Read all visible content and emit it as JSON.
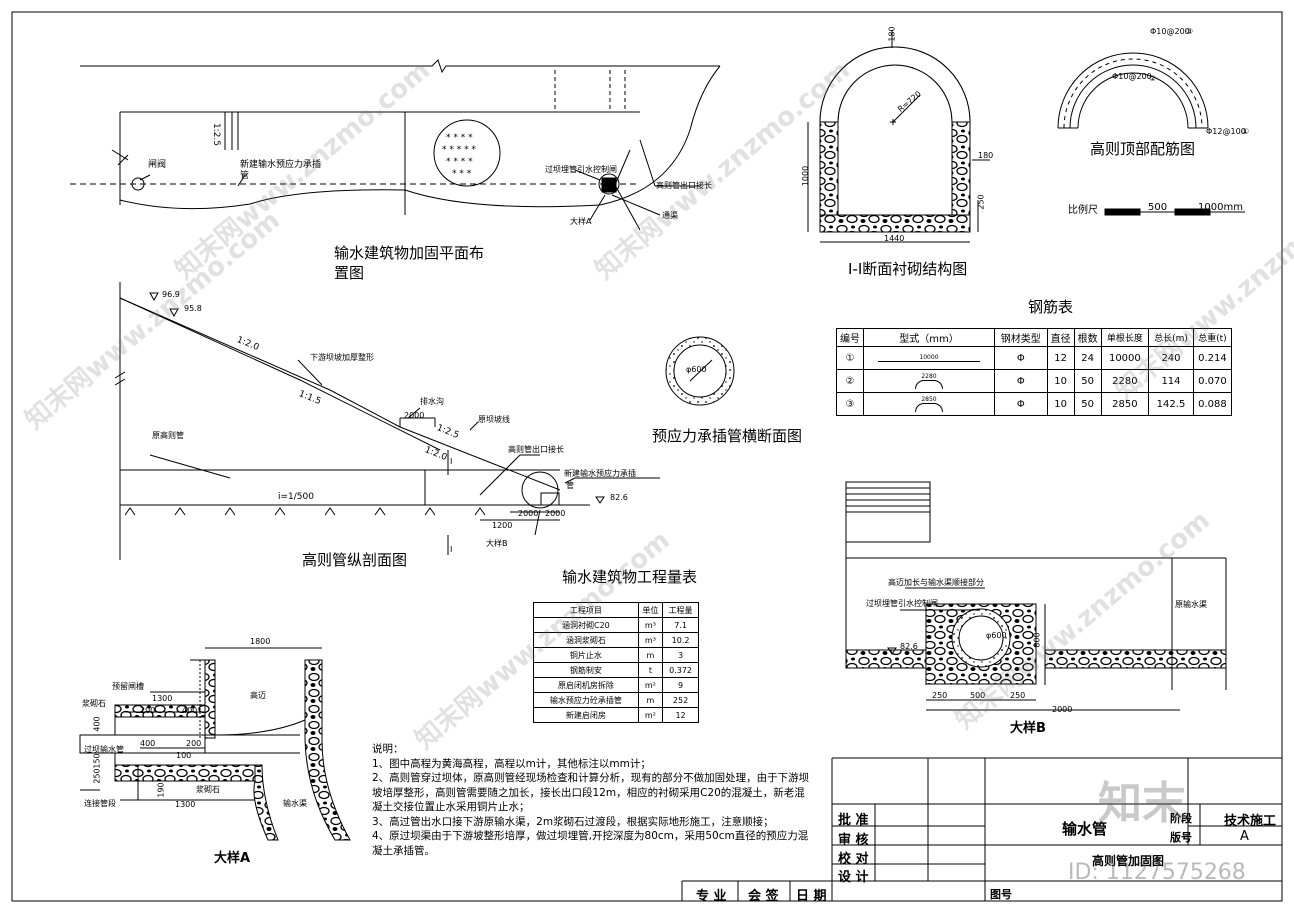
{
  "titles": {
    "plan": "输水建筑物加固平面布",
    "plan2": "置图",
    "section11": "I-I断面衬砌结构图",
    "rebar_top": "高则顶部配筋图",
    "rebar_table": "钢筋表",
    "longitudinal": "高则管纵剖面图",
    "pipe_cross": "预应力承插管横断面图",
    "quantity": "输水建筑物工程量表",
    "detail_a": "大样A",
    "detail_b": "大样B"
  },
  "plan_labels": {
    "gate": "闸阀",
    "slope": "1:2.5",
    "new_pipe": "新建输水预应力承插",
    "new_pipe2": "管",
    "dam_pipe": "过坝埋管引水控制闸",
    "outlet": "高则管出口接长",
    "channel": "通渠",
    "detail": "大样A"
  },
  "section_dims": {
    "top": "180",
    "radius": "R=720",
    "height": "1000",
    "side": "180",
    "bottom": "250",
    "width": "1440"
  },
  "rebar_top_labels": {
    "r1": "Φ10@200",
    "n1": "③",
    "r2": "Φ10@200",
    "n2": "②",
    "r3": "Φ12@100",
    "n3": "①"
  },
  "scale": {
    "label": "比例尺",
    "mid": "500",
    "end": "1000mm"
  },
  "rebar": {
    "headers": [
      "编号",
      "型式（mm）",
      "钢材类型",
      "直径",
      "根数",
      "单根长度",
      "总长(m)",
      "总重(t)"
    ],
    "rows": [
      {
        "no": "①",
        "shape": "10000",
        "type": "Φ",
        "dia": "12",
        "count": "24",
        "len": "10000",
        "total": "240",
        "weight": "0.214"
      },
      {
        "no": "②",
        "shape": "2280",
        "type": "Φ",
        "dia": "10",
        "count": "50",
        "len": "2280",
        "total": "114",
        "weight": "0.070"
      },
      {
        "no": "③",
        "shape": "2850",
        "type": "Φ",
        "dia": "10",
        "count": "50",
        "len": "2850",
        "total": "142.5",
        "weight": "0.088"
      }
    ]
  },
  "long_labels": {
    "el1": "96.9",
    "el2": "95.8",
    "s1": "1:2.0",
    "s2": "1:1.5",
    "s3": "1:2.5",
    "s4": "1:2.0",
    "slope_note": "下游坝坡加厚整形",
    "drain": "排水沟",
    "dim2000": "2000",
    "orig_slope": "原坝坡线",
    "orig_pipe": "原高则管",
    "ext": "高则管出口接长",
    "new": "新建输水预应力承插",
    "new2": "管",
    "grade": "i=1/500",
    "el3": "82.6",
    "d1": "2000",
    "d2": "2000",
    "d3": "1200",
    "det": "大样B",
    "sec": "I",
    "sec2": "I"
  },
  "pipe_dia": "φ600",
  "quantity": {
    "headers": [
      "工程项目",
      "单位",
      "工程量"
    ],
    "rows": [
      [
        "涵洞衬砌C20",
        "m³",
        "7.1"
      ],
      [
        "涵洞浆砌石",
        "m³",
        "10.2"
      ],
      [
        "铜片止水",
        "m",
        "3"
      ],
      [
        "钢筋制安",
        "t",
        "0.372"
      ],
      [
        "原启闭机房拆除",
        "m²",
        "9"
      ],
      [
        "输水预应力砼承插管",
        "m",
        "252"
      ],
      [
        "新建启闭房",
        "m²",
        "12"
      ]
    ]
  },
  "detail_a": {
    "d1800": "1800",
    "gao": "高迈",
    "gate": "预留闸槽",
    "jiang": "浆砌石",
    "d1300": "1300",
    "d200": "200",
    "d400": "400",
    "d400b": "400",
    "d200b": "200",
    "pipe": "过坝输水管",
    "d100": "100",
    "d190": "190",
    "jiang2": "浆砌石",
    "d1300b": "1300",
    "chan": "输水渠",
    "orig": "连接管段",
    "v400": "400",
    "v150": "150",
    "v250": "250"
  },
  "detail_b": {
    "top": "高迈加长与输水渠顺接部分",
    "gate": "过坝埋管引水控制闸",
    "orig": "原输水渠",
    "el": "82.6",
    "dia": "φ600",
    "h": "800",
    "d250": "250",
    "d500": "500",
    "d250b": "250",
    "d2000": "2000"
  },
  "notes": {
    "head": "说明：",
    "items": [
      "1、图中高程为黄海高程，高程以m计，其他标注以mm计；",
      "2、高则管穿过坝体，原高则管经现场检查和计算分析，现有的部分不做加固处理，由于下游坝坡培厚整形，高则管需要随之加长，接长出口段12m，相应的衬砌采用C20的混凝土，新老混凝土交接位置止水采用铜片止水；",
      "3、高过管出水口接下游原输水渠，2m浆砌石过渡段，根据实际地形施工，注意顺接；",
      "4、原过坝渠由于下游坡整形培厚，做过坝埋管,开挖深度为80cm，采用50cm直径的预应力混凝土承插管。"
    ]
  },
  "titleblock": {
    "approve": "批 准",
    "review": "审 核",
    "check": "校 对",
    "design": "设 计",
    "project": "输水管",
    "stage": "技术施工",
    "rev": "A",
    "stage_label": "阶段",
    "rev_label": "版号",
    "drawing": "高则管加固图",
    "major": "专 业",
    "sign": "会 签",
    "date": "日 期",
    "dwgno": "图号"
  },
  "watermarks": [
    "知末网www.znzmo.com",
    "知末网www.znzmo.com",
    "知末网www.znzmo.com",
    "知末网www.znzmo.com",
    "知末网www.znzmo.com",
    "知末网www.znzmo.com"
  ],
  "brand": {
    "logo": "知末",
    "id": "ID: 1127575268"
  }
}
